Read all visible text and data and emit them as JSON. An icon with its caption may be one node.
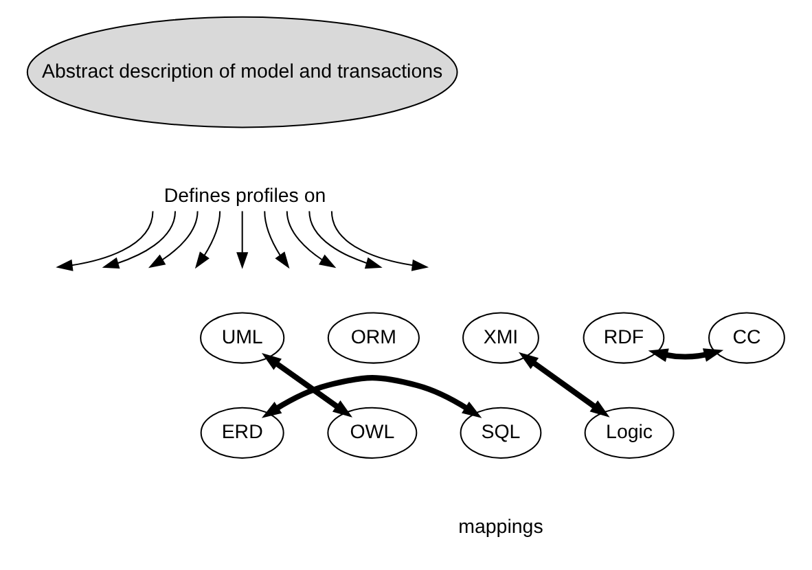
{
  "diagram": {
    "nodes": [
      {
        "text": [
          "Abstract description of model and transactions"
        ]
      },
      {
        "text": [
          "Defines profiles on"
        ]
      },
      {
        "text": [
          "UML"
        ]
      },
      {
        "text": [
          "ORM"
        ]
      },
      {
        "text": [
          "XMI"
        ]
      },
      {
        "text": [
          "RDF"
        ]
      },
      {
        "text": [
          "CC"
        ]
      },
      {
        "text": [
          "ERD"
        ]
      },
      {
        "text": [
          "OWL"
        ]
      },
      {
        "text": [
          "SQL"
        ]
      },
      {
        "text": [
          "Logic"
        ]
      }
    ],
    "edges": [
      {
        "from": 1,
        "to": null,
        "arrow": "to"
      },
      {
        "from": 1,
        "to": null,
        "arrow": "to"
      },
      {
        "from": 1,
        "to": null,
        "arrow": "to"
      },
      {
        "from": 1,
        "to": null,
        "arrow": "to"
      },
      {
        "from": 1,
        "to": null,
        "arrow": "to"
      },
      {
        "from": 1,
        "to": null,
        "arrow": "to"
      },
      {
        "from": 1,
        "to": null,
        "arrow": "to"
      },
      {
        "from": 1,
        "to": null,
        "arrow": "to"
      },
      {
        "from": 1,
        "to": null,
        "arrow": "to"
      },
      {
        "from": 2,
        "to": 8,
        "arrow": "both",
        "style": "thick"
      },
      {
        "from": 7,
        "to": 9,
        "arrow": "both",
        "style": "thick"
      },
      {
        "from": 4,
        "to": 10,
        "arrow": "both",
        "style": "thick"
      },
      {
        "from": 5,
        "to": 6,
        "arrow": "both",
        "style": "thick"
      }
    ],
    "labels": [
      "mappings"
    ]
  }
}
